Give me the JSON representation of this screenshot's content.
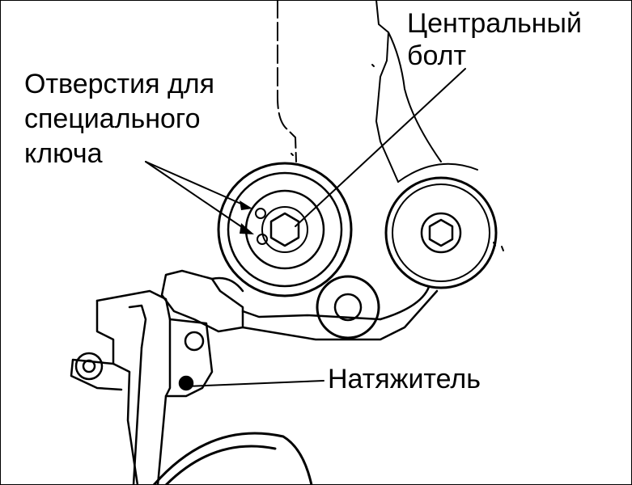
{
  "labels": {
    "central_bolt_line1": "Центральный",
    "central_bolt_line2": "болт",
    "holes_line1": "Отверстия для",
    "holes_line2": "специального",
    "holes_line3": "ключа",
    "tensioner": "Натяжитель"
  },
  "colors": {
    "ink": "#000000",
    "paper": "#ffffff"
  }
}
